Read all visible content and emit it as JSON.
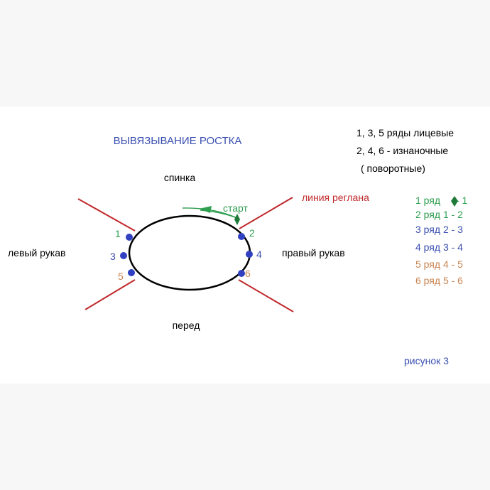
{
  "title": "ВЫВЯЗЫВАНИЕ РОСТКА",
  "legend_top": {
    "line1": "1, 3, 5 ряды лицевые",
    "line2": "2, 4, 6 - изнаночные",
    "line3": "( поворотные)"
  },
  "regions": {
    "back": "спинка",
    "front": "перед",
    "left_sleeve": "левый рукав",
    "right_sleeve": "правый рукав"
  },
  "raglan_label": "линия реглана",
  "start_label": "старт",
  "points": [
    {
      "label": "1",
      "color": "#2e9e4f"
    },
    {
      "label": "2",
      "color": "#2e9e4f"
    },
    {
      "label": "3",
      "color": "#3a4fb0"
    },
    {
      "label": "4",
      "color": "#3a4fb0"
    },
    {
      "label": "5",
      "color": "#c8834f"
    },
    {
      "label": "6",
      "color": "#c8834f"
    }
  ],
  "rows": [
    {
      "text": "1 ряд ",
      "text2": "- 1",
      "has_marker": true,
      "color": "#2e9e4f"
    },
    {
      "text": "2 ряд  1 - 2",
      "color": "#2e9e4f"
    },
    {
      "text": "3 ряд 2 - 3",
      "color": "#3a4fb0"
    },
    {
      "text": "4 ряд 3 - 4",
      "color": "#3a4fb0"
    },
    {
      "text": "5 ряд 4 - 5",
      "color": "#c8834f"
    },
    {
      "text": "6 ряд 5 - 6",
      "color": "#c8834f"
    }
  ],
  "caption": "рисунок 3",
  "colors": {
    "title": "#3a4fb0",
    "raglan": "#c0282b",
    "start": "#2e9e4f",
    "dot": "#3040c0",
    "outline": "#000000"
  }
}
